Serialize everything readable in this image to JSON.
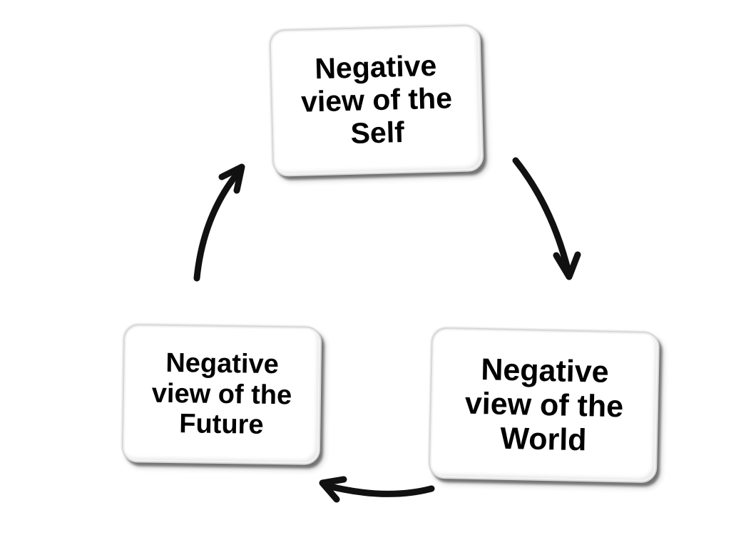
{
  "diagram": {
    "type": "cycle",
    "nodes": [
      {
        "id": "self",
        "label": "Negative\nview of the\nSelf"
      },
      {
        "id": "world",
        "label": "Negative\nview of the\nWorld"
      },
      {
        "id": "future",
        "label": "Negative\nview of the\nFuture"
      }
    ],
    "edges": [
      {
        "from": "self",
        "to": "world"
      },
      {
        "from": "world",
        "to": "future"
      },
      {
        "from": "future",
        "to": "self"
      }
    ],
    "colors": {
      "text": "#000000",
      "arrow": "#111111",
      "box_fill": "#ffffff",
      "box_border": "#d9d9d9"
    }
  }
}
